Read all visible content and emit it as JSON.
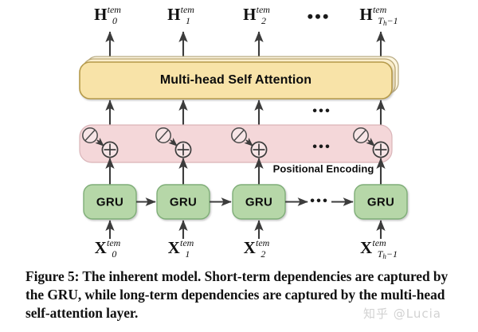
{
  "figure": {
    "id": "figure-5",
    "title": "The inherent model",
    "colors": {
      "attention_fill": "#f8e3a8",
      "attention_stroke": "#b59a4a",
      "attention_stack_fill": "#fdf6e0",
      "pe_fill": "#f4d7d9",
      "pe_stroke": "#d9b4b8",
      "gru_fill": "#b6d7a8",
      "gru_stroke": "#7fae78",
      "arrow": "#3c3c3c",
      "text": "#111111",
      "watermark": "#d2d2d2",
      "background": "#ffffff"
    },
    "outputs": [
      {
        "base": "H",
        "sub": "0",
        "sup": "tem"
      },
      {
        "base": "H",
        "sub": "1",
        "sup": "tem"
      },
      {
        "base": "H",
        "sub": "2",
        "sup": "tem"
      },
      {
        "base": "H",
        "sub": "Th-1",
        "sup": "tem"
      }
    ],
    "inputs": [
      {
        "base": "X",
        "sub": "0",
        "sup": "tem"
      },
      {
        "base": "X",
        "sub": "1",
        "sup": "tem"
      },
      {
        "base": "X",
        "sub": "2",
        "sup": "tem"
      },
      {
        "base": "X",
        "sub": "Th-1",
        "sup": "tem"
      }
    ],
    "attention": {
      "label": "Multi-head Self Attention",
      "stack_layers": 3
    },
    "positional_encoding": {
      "label": "Positional Encoding",
      "units": 4,
      "operator": "+",
      "wave_symbol": "sine-wave-circle"
    },
    "gru": {
      "label": "GRU",
      "count": 4
    },
    "ellipsis": {
      "output_row": "•••",
      "attention_top": "•••",
      "pe_band": "•••",
      "gru_row": "•••"
    }
  },
  "caption": {
    "text": "Figure 5: The inherent model. Short-term dependencies are captured by the GRU, while long-term dependencies are captured by the multi-head self-attention layer."
  },
  "watermark": {
    "text": "知乎 @Lucia"
  }
}
